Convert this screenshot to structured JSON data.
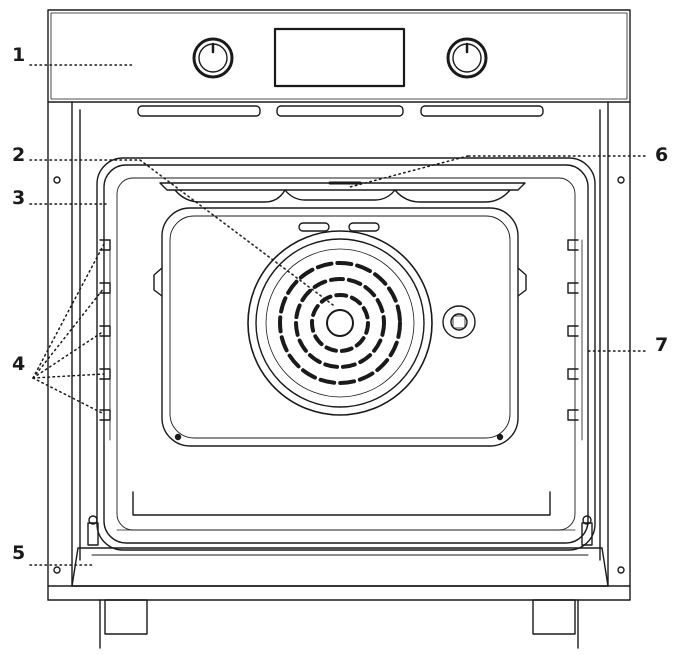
{
  "diagram": {
    "callouts": [
      {
        "id": "1",
        "label": "1"
      },
      {
        "id": "2",
        "label": "2"
      },
      {
        "id": "3",
        "label": "3"
      },
      {
        "id": "4",
        "label": "4"
      },
      {
        "id": "5",
        "label": "5"
      },
      {
        "id": "6",
        "label": "6"
      },
      {
        "id": "7",
        "label": "7"
      }
    ],
    "shelf_rails_per_side": 5,
    "colors": {
      "line": "#1a1a1a",
      "background": "#ffffff"
    }
  }
}
